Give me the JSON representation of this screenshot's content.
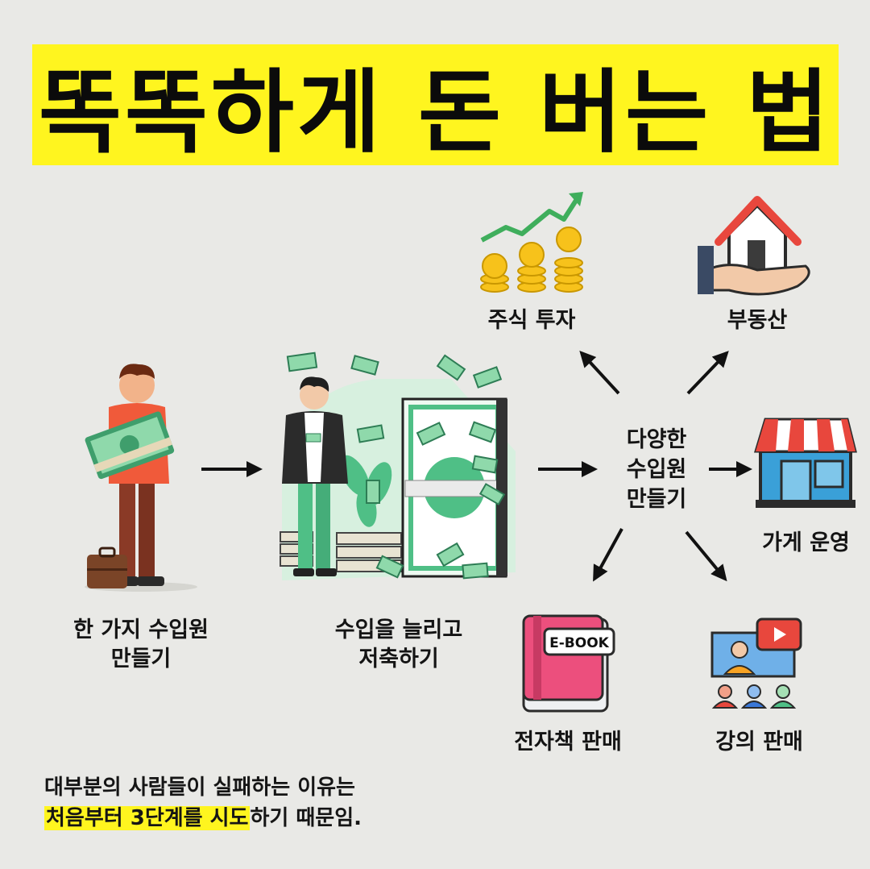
{
  "title": "똑똑하게 돈 버는 법",
  "steps": {
    "one_income": {
      "line1": "한 가지 수입원",
      "line2": "만들기"
    },
    "grow_save": {
      "line1": "수입을 늘리고",
      "line2": "저축하기"
    },
    "diversify": {
      "line1": "다양한",
      "line2": "수입원",
      "line3": "만들기"
    }
  },
  "branches": {
    "stocks": "주식 투자",
    "real_estate": "부동산",
    "store": "가게 운영",
    "ebook": "전자책 판매",
    "lecture": "강의 판매"
  },
  "ebook_cover_text": "E-BOOK",
  "footer": {
    "line1": "대부분의 사람들이 실패하는 이유는",
    "line2_highlight": "처음부터 3단계를 시도",
    "line2_rest": "하기 때문임."
  },
  "colors": {
    "banner": "#fff51f",
    "money_green": "#4fbf86",
    "background": "#e9e9e6"
  }
}
